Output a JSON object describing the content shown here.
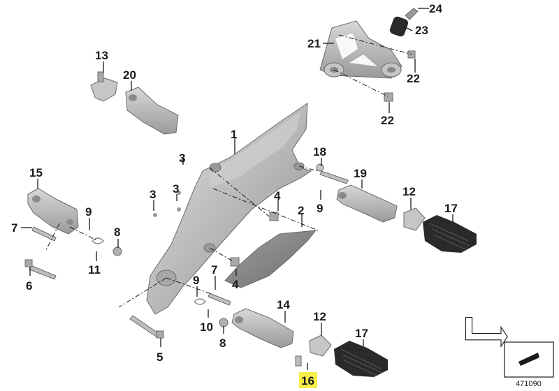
{
  "diagram": {
    "labels": {
      "l1": "1",
      "l2": "2",
      "l3a": "3",
      "l3b": "3",
      "l3c": "3",
      "l4a": "4",
      "l4b": "4",
      "l5": "5",
      "l6": "6",
      "l7a": "7",
      "l7b": "7",
      "l8a": "8",
      "l8b": "8",
      "l9a": "9",
      "l9b": "9",
      "l9c": "9",
      "l10": "10",
      "l11": "11",
      "l12a": "12",
      "l12b": "12",
      "l13": "13",
      "l14": "14",
      "l15": "15",
      "l16": "16",
      "l17a": "17",
      "l17b": "17",
      "l18": "18",
      "l19": "19",
      "l20": "20",
      "l21": "21",
      "l22a": "22",
      "l22b": "22",
      "l23": "23",
      "l24": "24"
    },
    "highlighted_label": "16",
    "highlight_color": "#f7ef47",
    "part_color": "#b8b8b8",
    "rubber_color": "#2a2a2a",
    "reference_number": "471090"
  }
}
